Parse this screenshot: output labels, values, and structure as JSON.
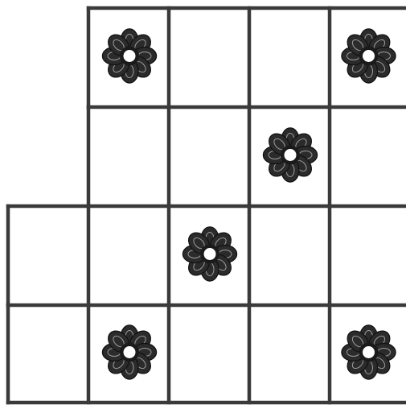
{
  "puzzle": {
    "layout_rows": [
      {
        "start_column": 1,
        "column_count": 4
      },
      {
        "start_column": 1,
        "column_count": 4
      },
      {
        "start_column": 0,
        "column_count": 5
      },
      {
        "start_column": 0,
        "column_count": 5
      }
    ],
    "flowers": [
      {
        "row": 0,
        "col": 1
      },
      {
        "row": 0,
        "col": 4
      },
      {
        "row": 1,
        "col": 3
      },
      {
        "row": 2,
        "col": 2
      },
      {
        "row": 3,
        "col": 1
      },
      {
        "row": 3,
        "col": 4
      }
    ],
    "icon": "flower-icon",
    "colors": {
      "line": "#3a3a3a",
      "flower_petal": "#2b2b2b",
      "flower_center": "#ffffff",
      "background": "#ffffff"
    }
  }
}
